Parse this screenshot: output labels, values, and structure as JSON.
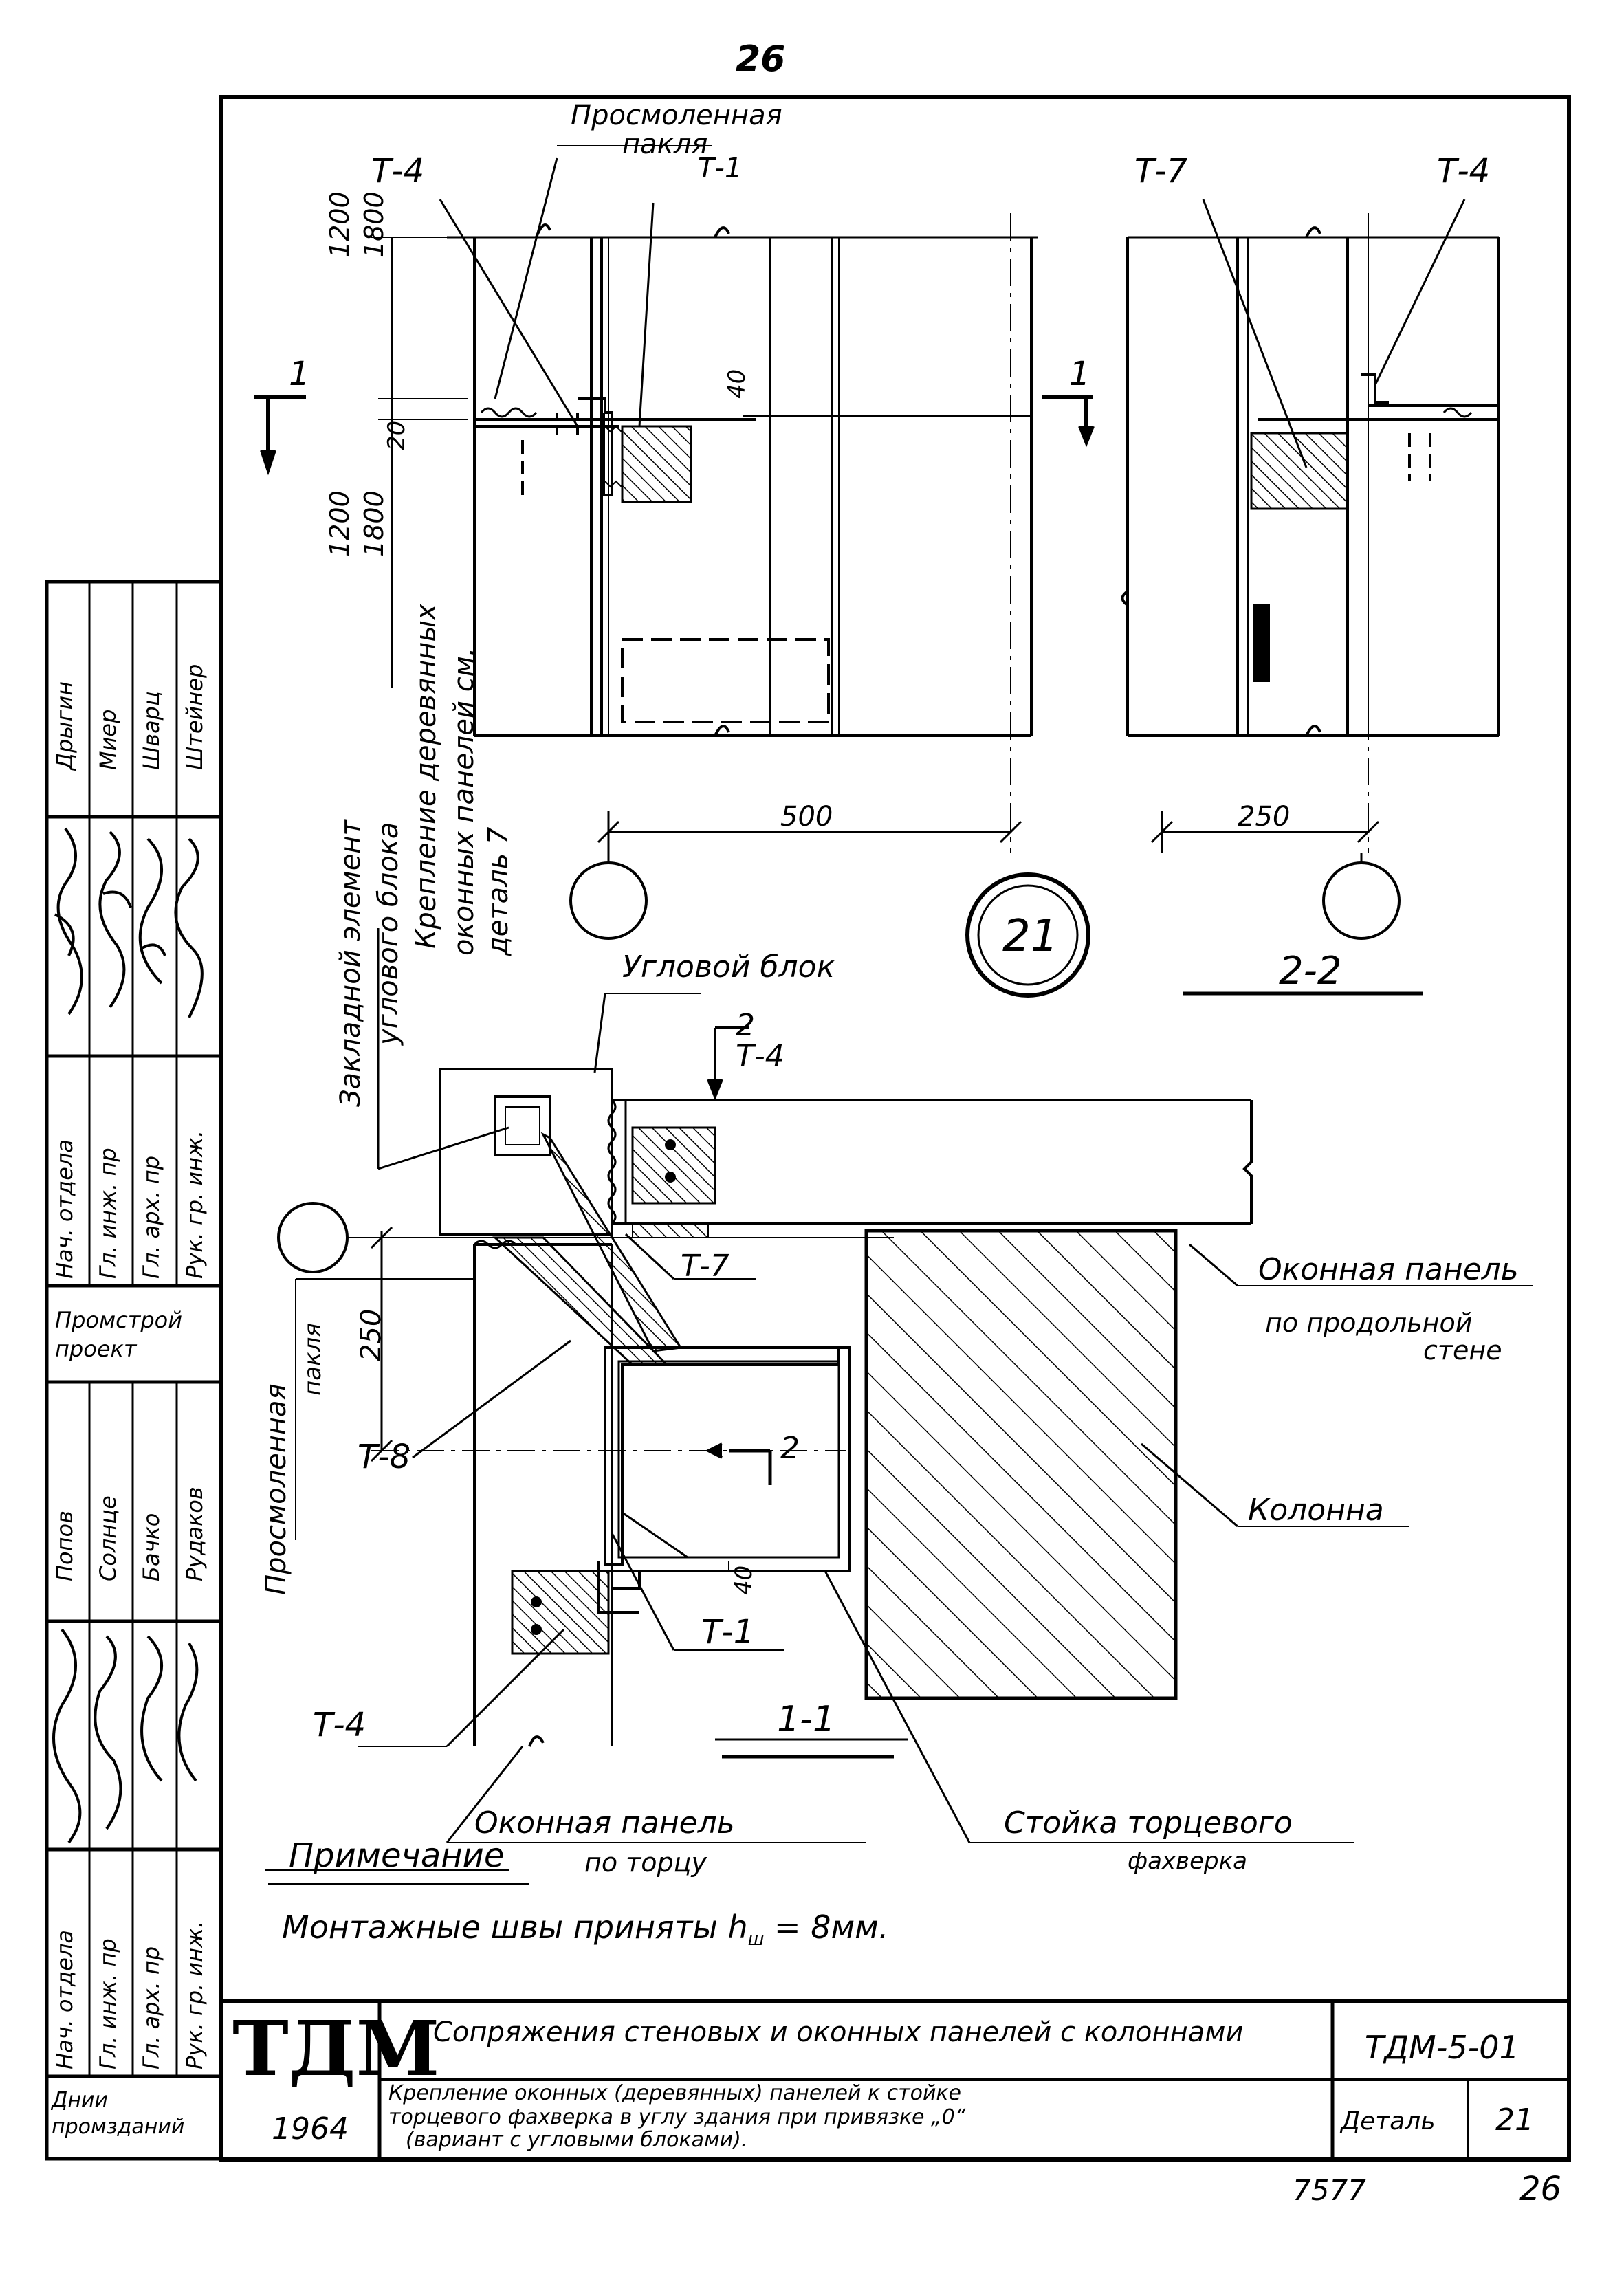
{
  "page": {
    "sheet_number_top": "26",
    "sheet_number_bottom": "26",
    "archive_number": "7577"
  },
  "labels": {
    "tarred_oakum_top": "Просмоленная",
    "tarred_oakum_top_2": "пакля",
    "t4_left": "Т-4",
    "t1_top": "Т-1",
    "t7_top": "Т-7",
    "t4_right": "Т-4",
    "dim_1200_top": "1200",
    "dim_1800_top": "1800",
    "dim_1200_bot": "1200",
    "dim_1800_bot": "1800",
    "dim_20": "20",
    "dim_40_top": "40",
    "dim_500": "500",
    "dim_250_top": "250",
    "dim_250_left": "250",
    "dim_40_bottom": "40",
    "section_1_left": "1",
    "section_1_right": "1",
    "section_2_top": "2",
    "section_2_bottom": "2",
    "t4_sec2": "Т-4",
    "detail_circle": "21",
    "view_2_2": "2-2",
    "view_1_1": "1-1",
    "corner_block": "Угловой блок",
    "vertical_note_1": "Закладной элемент",
    "vertical_note_2": "углового блока",
    "vertical_note_3": "Крепление деревянных",
    "vertical_note_4": "оконных панелей см.",
    "vertical_note_5": "деталь 7",
    "window_panel_long": "Оконная панель",
    "window_panel_long_2": "по продольной",
    "window_panel_long_3": "стене",
    "t7_plan": "Т-7",
    "tarred_oakum_plan": "Просмоленная",
    "tarred_oakum_plan_2": "пакля",
    "t8": "Т-8",
    "column": "Колонна",
    "t1_plan": "Т-1",
    "t4_plan": "Т-4",
    "window_panel_end": "Оконная панель",
    "window_panel_end_2": "по торцу",
    "post": "Стойка торцевого",
    "post_2": "фахверка"
  },
  "note": {
    "title": "Примечание",
    "text": "Монтажные швы приняты h",
    "sub": "ш",
    "text_end": " = 8мм."
  },
  "stamp_side": {
    "upper_block": [
      "Нач. отдела",
      "Гл. инж. пр",
      "Гл. арх. пр",
      "Рук. гр. инж."
    ],
    "upper_names": [
      "Дрыгин",
      "Миер",
      "Шварц",
      "Штейнер"
    ],
    "org": "Промстрой проект",
    "lower_names": [
      "Попов",
      "Солнце",
      "Бачко",
      "Рудаков"
    ],
    "lower_block": [
      "Нач. отдела",
      "Гл. инж. пр",
      "Гл. арх. пр",
      "Рук. гр. инж."
    ],
    "org_bottom": "Днии промзданий"
  },
  "title_block": {
    "logo": "ТДМ",
    "year": "1964",
    "title": "Сопряжения стеновых и оконных панелей с колоннами",
    "code": "ТДМ-5-01",
    "subtitle_1": "Крепление оконных (деревянных) панелей к стойке",
    "subtitle_2": "торцевого фахверка в углу здания при привязке „0“",
    "subtitle_3": "(вариант с угловыми блоками).",
    "detail_label": "Деталь",
    "detail_number": "21"
  }
}
